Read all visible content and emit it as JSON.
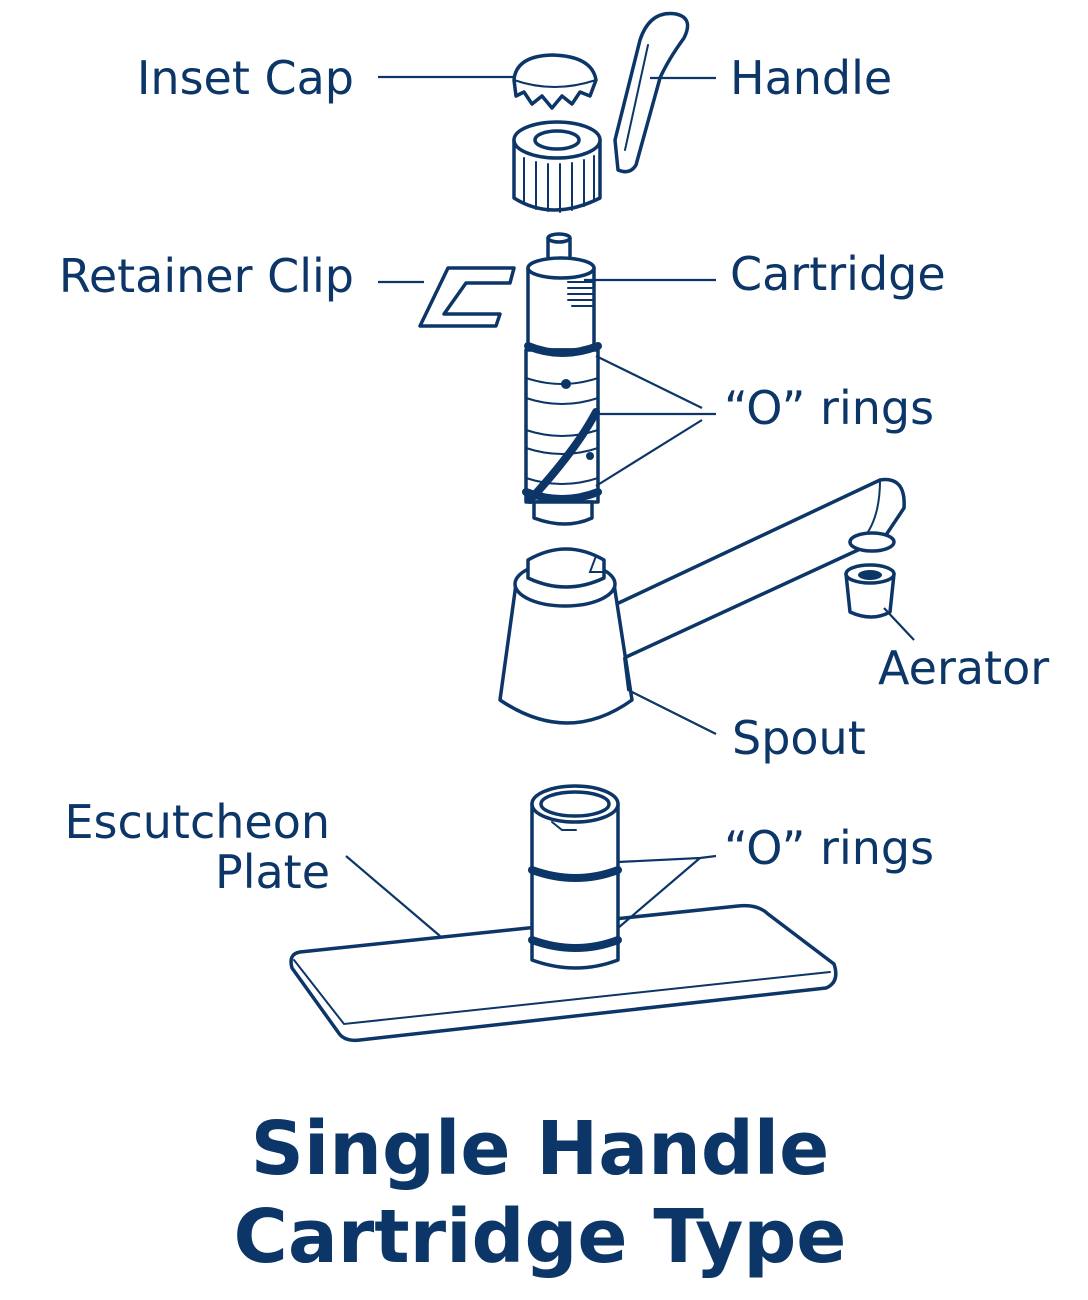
{
  "labels": {
    "inset_cap": "Inset Cap",
    "handle": "Handle",
    "retainer_clip": "Retainer Clip",
    "cartridge": "Cartridge",
    "o_rings_upper": "“O” rings",
    "aerator": "Aerator",
    "spout": "Spout",
    "escutcheon_line1": "Escutcheon",
    "escutcheon_line2": "Plate",
    "o_rings_lower": "“O” rings"
  },
  "title": {
    "line1": "Single Handle",
    "line2": "Cartridge Type"
  },
  "colors": {
    "ink": "#0d3668",
    "background": "#ffffff"
  }
}
